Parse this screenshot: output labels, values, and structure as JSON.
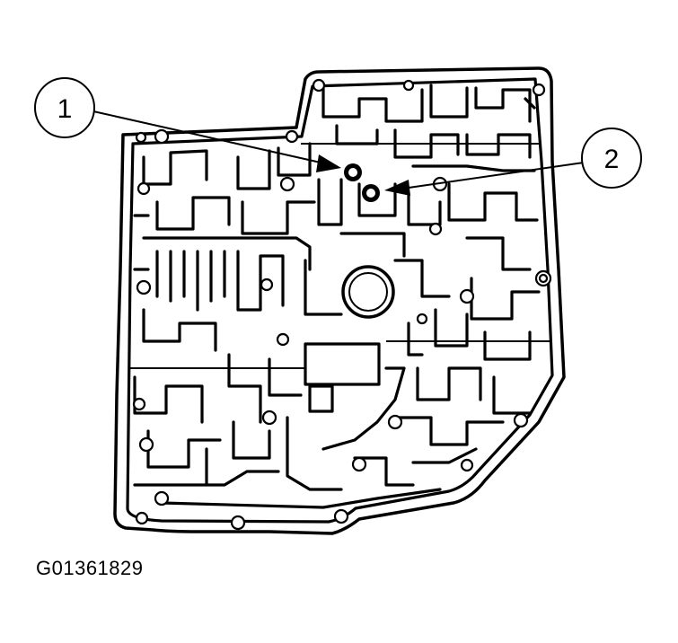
{
  "callouts": [
    {
      "number": "1"
    },
    {
      "number": "2"
    }
  ],
  "figure_id": "G01361829"
}
